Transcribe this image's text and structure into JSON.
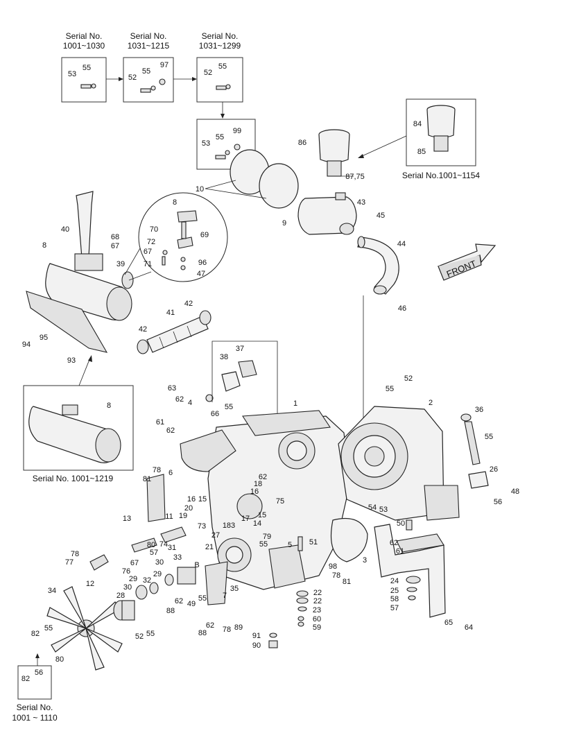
{
  "serial_captions": {
    "s1": [
      "Serial No.",
      "1001~1030"
    ],
    "s2": [
      "Serial No.",
      "1031~1215"
    ],
    "s3": [
      "Serial No.",
      "1031~1299"
    ],
    "s4": "Serial No.1001~1154",
    "s5": "Serial No. 1001~1219",
    "s6": [
      "Serial No.",
      "1001 ~ 1110"
    ]
  },
  "front_label": "FRONT",
  "callouts": [
    {
      "id": "b1-53",
      "t": "53"
    },
    {
      "id": "b1-55",
      "t": "55"
    },
    {
      "id": "b2-52",
      "t": "52"
    },
    {
      "id": "b2-55",
      "t": "55"
    },
    {
      "id": "b2-97",
      "t": "97"
    },
    {
      "id": "b3-52",
      "t": "52"
    },
    {
      "id": "b3-55",
      "t": "55"
    },
    {
      "id": "b4-53",
      "t": "53"
    },
    {
      "id": "b4-55",
      "t": "55"
    },
    {
      "id": "b4-99",
      "t": "99"
    },
    {
      "id": "84",
      "t": "84"
    },
    {
      "id": "85",
      "t": "85"
    },
    {
      "id": "86",
      "t": "86"
    },
    {
      "id": "8775",
      "t": "87,75"
    },
    {
      "id": "10",
      "t": "10"
    },
    {
      "id": "9",
      "t": "9"
    },
    {
      "id": "43",
      "t": "43"
    },
    {
      "id": "45",
      "t": "45"
    },
    {
      "id": "44",
      "t": "44"
    },
    {
      "id": "46",
      "t": "46"
    },
    {
      "id": "40",
      "t": "40"
    },
    {
      "id": "68",
      "t": "68"
    },
    {
      "id": "67a",
      "t": "67"
    },
    {
      "id": "8a",
      "t": "8"
    },
    {
      "id": "39",
      "t": "39"
    },
    {
      "id": "94",
      "t": "94"
    },
    {
      "id": "95",
      "t": "95"
    },
    {
      "id": "93",
      "t": "93"
    },
    {
      "id": "8b",
      "t": "8"
    },
    {
      "id": "70",
      "t": "70"
    },
    {
      "id": "69",
      "t": "69"
    },
    {
      "id": "72",
      "t": "72"
    },
    {
      "id": "67b",
      "t": "67"
    },
    {
      "id": "71",
      "t": "71"
    },
    {
      "id": "96",
      "t": "96"
    },
    {
      "id": "47",
      "t": "47"
    },
    {
      "id": "42a",
      "t": "42"
    },
    {
      "id": "41",
      "t": "41"
    },
    {
      "id": "42b",
      "t": "42"
    },
    {
      "id": "37",
      "t": "37"
    },
    {
      "id": "38",
      "t": "38"
    },
    {
      "id": "66",
      "t": "66"
    },
    {
      "id": "55a",
      "t": "55"
    },
    {
      "id": "8c",
      "t": "8"
    },
    {
      "id": "63",
      "t": "63"
    },
    {
      "id": "62a",
      "t": "62"
    },
    {
      "id": "4",
      "t": "4"
    },
    {
      "id": "61a",
      "t": "61"
    },
    {
      "id": "62b",
      "t": "62"
    },
    {
      "id": "1",
      "t": "1"
    },
    {
      "id": "52a",
      "t": "52"
    },
    {
      "id": "55b",
      "t": "55"
    },
    {
      "id": "2",
      "t": "2"
    },
    {
      "id": "36",
      "t": "36"
    },
    {
      "id": "55c",
      "t": "55"
    },
    {
      "id": "26",
      "t": "26"
    },
    {
      "id": "56a",
      "t": "56"
    },
    {
      "id": "48",
      "t": "48"
    },
    {
      "id": "78a",
      "t": "78"
    },
    {
      "id": "81a",
      "t": "81"
    },
    {
      "id": "6",
      "t": "6"
    },
    {
      "id": "62c",
      "t": "62"
    },
    {
      "id": "18",
      "t": "18"
    },
    {
      "id": "16a",
      "t": "16"
    },
    {
      "id": "75",
      "t": "75"
    },
    {
      "id": "16b",
      "t": "16"
    },
    {
      "id": "15a",
      "t": "15"
    },
    {
      "id": "20",
      "t": "20"
    },
    {
      "id": "19",
      "t": "19"
    },
    {
      "id": "17",
      "t": "17"
    },
    {
      "id": "15b",
      "t": "15"
    },
    {
      "id": "14",
      "t": "14"
    },
    {
      "id": "73",
      "t": "73"
    },
    {
      "id": "54",
      "t": "54"
    },
    {
      "id": "53",
      "t": "53"
    },
    {
      "id": "13",
      "t": "13"
    },
    {
      "id": "11",
      "t": "11"
    },
    {
      "id": "183",
      "t": "183"
    },
    {
      "id": "79",
      "t": "79"
    },
    {
      "id": "27",
      "t": "27"
    },
    {
      "id": "55d",
      "t": "55"
    },
    {
      "id": "80a",
      "t": "80"
    },
    {
      "id": "74",
      "t": "74"
    },
    {
      "id": "57a",
      "t": "57"
    },
    {
      "id": "31",
      "t": "31"
    },
    {
      "id": "21",
      "t": "21"
    },
    {
      "id": "5",
      "t": "5"
    },
    {
      "id": "51",
      "t": "51"
    },
    {
      "id": "50",
      "t": "50"
    },
    {
      "id": "62d",
      "t": "62"
    },
    {
      "id": "61b",
      "t": "61"
    },
    {
      "id": "3",
      "t": "3"
    },
    {
      "id": "78b",
      "t": "78"
    },
    {
      "id": "77",
      "t": "77"
    },
    {
      "id": "67c",
      "t": "67"
    },
    {
      "id": "76",
      "t": "76"
    },
    {
      "id": "30a",
      "t": "30"
    },
    {
      "id": "33",
      "t": "33"
    },
    {
      "id": "B",
      "t": "B"
    },
    {
      "id": "12",
      "t": "12"
    },
    {
      "id": "29a",
      "t": "29"
    },
    {
      "id": "32",
      "t": "32"
    },
    {
      "id": "29b",
      "t": "29"
    },
    {
      "id": "30b",
      "t": "30"
    },
    {
      "id": "28",
      "t": "28"
    },
    {
      "id": "62e",
      "t": "62"
    },
    {
      "id": "55e",
      "t": "55"
    },
    {
      "id": "49",
      "t": "49"
    },
    {
      "id": "35",
      "t": "35"
    },
    {
      "id": "7",
      "t": "7"
    },
    {
      "id": "88a",
      "t": "88"
    },
    {
      "id": "98",
      "t": "98"
    },
    {
      "id": "78c",
      "t": "78"
    },
    {
      "id": "81b",
      "t": "81"
    },
    {
      "id": "22a",
      "t": "22"
    },
    {
      "id": "22b",
      "t": "22"
    },
    {
      "id": "23",
      "t": "23"
    },
    {
      "id": "60",
      "t": "60"
    },
    {
      "id": "59",
      "t": "59"
    },
    {
      "id": "24",
      "t": "24"
    },
    {
      "id": "25",
      "t": "25"
    },
    {
      "id": "58",
      "t": "58"
    },
    {
      "id": "57b",
      "t": "57"
    },
    {
      "id": "65",
      "t": "65"
    },
    {
      "id": "64",
      "t": "64"
    },
    {
      "id": "34",
      "t": "34"
    },
    {
      "id": "55f",
      "t": "55"
    },
    {
      "id": "82a",
      "t": "82"
    },
    {
      "id": "80b",
      "t": "80"
    },
    {
      "id": "52b",
      "t": "52"
    },
    {
      "id": "55g",
      "t": "55"
    },
    {
      "id": "62f",
      "t": "62"
    },
    {
      "id": "88b",
      "t": "88"
    },
    {
      "id": "78d",
      "t": "78"
    },
    {
      "id": "89",
      "t": "89"
    },
    {
      "id": "91",
      "t": "91"
    },
    {
      "id": "90",
      "t": "90"
    },
    {
      "id": "b6-82",
      "t": "82"
    },
    {
      "id": "b6-56",
      "t": "56"
    }
  ]
}
